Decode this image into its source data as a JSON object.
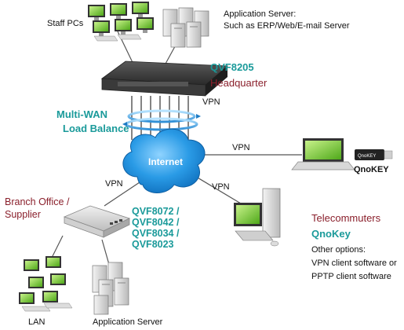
{
  "labels": {
    "staff_pcs": "Staff PCs",
    "app_server_title": "Application Server:",
    "app_server_desc": "Such as ERP/Web/E-mail Server",
    "hq_model": "QVF8205",
    "hq_name": "Headquarter",
    "multiwan_1": "Multi-WAN",
    "multiwan_2": "Load Balance",
    "internet": "Internet",
    "vpn_hq": "VPN",
    "vpn_laptop": "VPN",
    "vpn_branch": "VPN",
    "vpn_tele": "VPN",
    "qnokey_device": "QnoKEY",
    "qnokey_stick": "QnoKEY",
    "branch_1": "Branch Office /",
    "branch_2": "Supplier",
    "branch_models": [
      "QVF8072 /",
      "QVF8042 /",
      "QVF8034 /",
      "QVF8023"
    ],
    "telecommuters": "Telecommuters",
    "qnokey": "QnoKey",
    "other_1": "Other options:",
    "other_2": "VPN client software or",
    "other_3": "PPTP client software",
    "lan": "LAN",
    "app_server_bottom": "Application Server"
  },
  "colors": {
    "teal": "#1a9a9a",
    "maroon": "#8a1f2b",
    "cloud": "#1e8fd8",
    "link": "#555555"
  }
}
